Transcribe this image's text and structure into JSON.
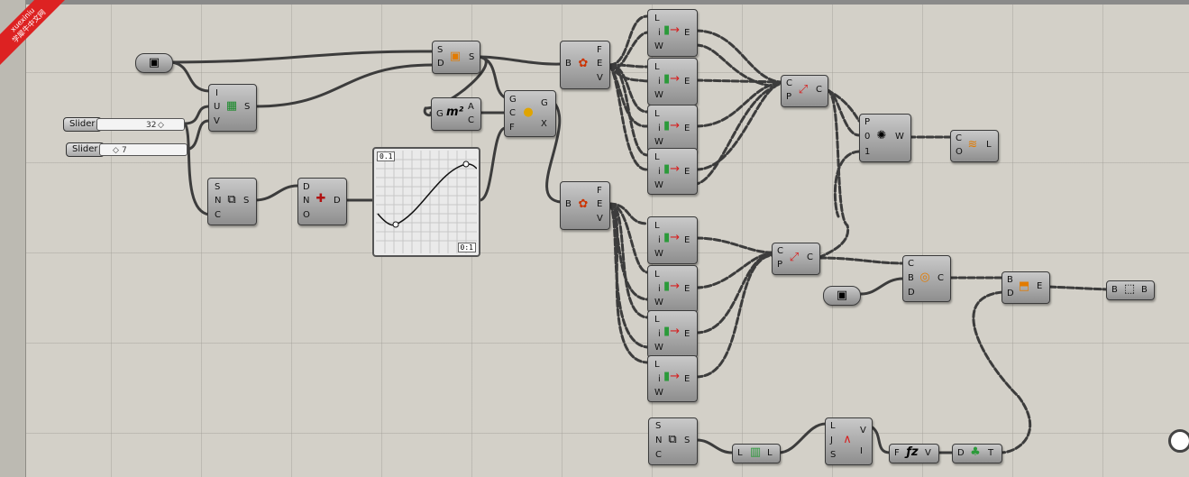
{
  "watermark": {
    "line1": "xuexiniu",
    "line2": "学犀牛中文网"
  },
  "sliders": [
    {
      "label": "Slider",
      "value": "32"
    },
    {
      "label": "Slider",
      "value": "7"
    }
  ],
  "graph": {
    "top_tag": "0.1",
    "bottom_tag": "0:1"
  },
  "components": {
    "param1": {
      "icon": "param-box-icon"
    },
    "param2": {
      "icon": "param-box-icon"
    },
    "surface_pt": {
      "in": [
        "S",
        "D"
      ],
      "out": [
        "S"
      ]
    },
    "divide_surface": {
      "in": [
        "I",
        "U",
        "V"
      ],
      "out": [
        "S"
      ]
    },
    "area": {
      "in": [
        "G"
      ],
      "out": [
        "A",
        "C"
      ]
    },
    "move_geo": {
      "in": [
        "G",
        "C",
        "F"
      ],
      "out": [
        "G",
        "X"
      ]
    },
    "series1": {
      "in": [
        "S",
        "N",
        "C"
      ],
      "out": [
        "S"
      ]
    },
    "remap": {
      "in": [
        "D",
        "N",
        "O"
      ],
      "out": [
        "D"
      ]
    },
    "brep_edges1": {
      "in": [
        "B"
      ],
      "out": [
        "F",
        "E",
        "V"
      ]
    },
    "brep_edges2": {
      "in": [
        "B"
      ],
      "out": [
        "F",
        "E",
        "V"
      ]
    },
    "extend": {
      "in": [
        "L",
        "i",
        "W"
      ],
      "out": [
        "E"
      ]
    },
    "join1": {
      "in": [
        "C",
        "P"
      ],
      "out": [
        "C"
      ]
    },
    "join2": {
      "in": [
        "C",
        "P"
      ],
      "out": [
        "C"
      ]
    },
    "sweep": {
      "in": [
        "P",
        "0",
        "1"
      ],
      "out": [
        "W"
      ]
    },
    "loft": {
      "in": [
        "C",
        "O"
      ],
      "out": [
        "L"
      ]
    },
    "boundary": {
      "in": [
        "C",
        "B",
        "D"
      ],
      "out": [
        "C"
      ]
    },
    "cap": {
      "in": [
        "B",
        "D"
      ],
      "out": [
        "E"
      ]
    },
    "brep_out": {
      "in": [
        "B"
      ],
      "out": [
        "B"
      ]
    },
    "series2": {
      "in": [
        "S",
        "N",
        "C"
      ],
      "out": [
        "S"
      ]
    },
    "list_len": {
      "in": [
        "L"
      ],
      "out": [
        "L"
      ]
    },
    "pulse": {
      "in": [
        "L",
        "J",
        "S"
      ],
      "out": [
        "V",
        "I"
      ]
    },
    "fz": {
      "in": [
        "F"
      ],
      "out": [
        "V"
      ]
    },
    "tree": {
      "in": [
        "D"
      ],
      "out": [
        "T"
      ]
    }
  },
  "colors": {
    "canvas": "#d3d0c8",
    "component_top": "#c9c9c9",
    "component_bottom": "#8e8e8e",
    "wire": "#3c3c3c",
    "accent_orange": "#ff8a00",
    "accent_green": "#2b9a3a",
    "accent_red": "#d62020"
  }
}
